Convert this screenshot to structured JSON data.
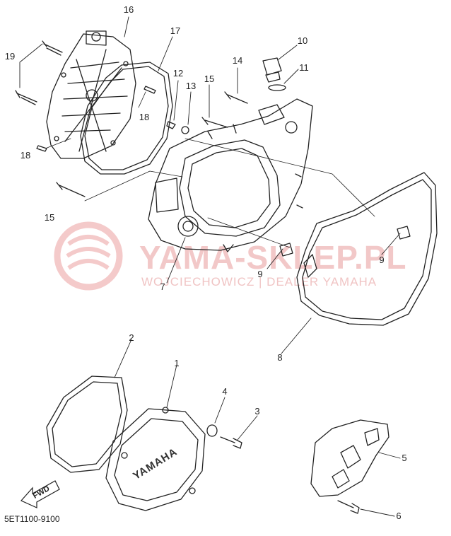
{
  "diagram": {
    "part_code": "5ET1100-9100",
    "fwd_label": "FWD",
    "cover_emblem": "YAMAHA",
    "callouts": [
      "1",
      "2",
      "3",
      "4",
      "5",
      "6",
      "7",
      "8",
      "9",
      "9",
      "10",
      "11",
      "12",
      "13",
      "14",
      "15",
      "15",
      "16",
      "17",
      "18",
      "18",
      "19"
    ]
  },
  "watermark": {
    "name": "YAMA-SKLEP.PL",
    "subtitle": "WOJCIECHOWICZ | DEALER YAMAHA",
    "logo": "yamaha-tuning-fork-emblem"
  },
  "colors": {
    "line": "#222222",
    "watermark": "#f2c8c8"
  }
}
